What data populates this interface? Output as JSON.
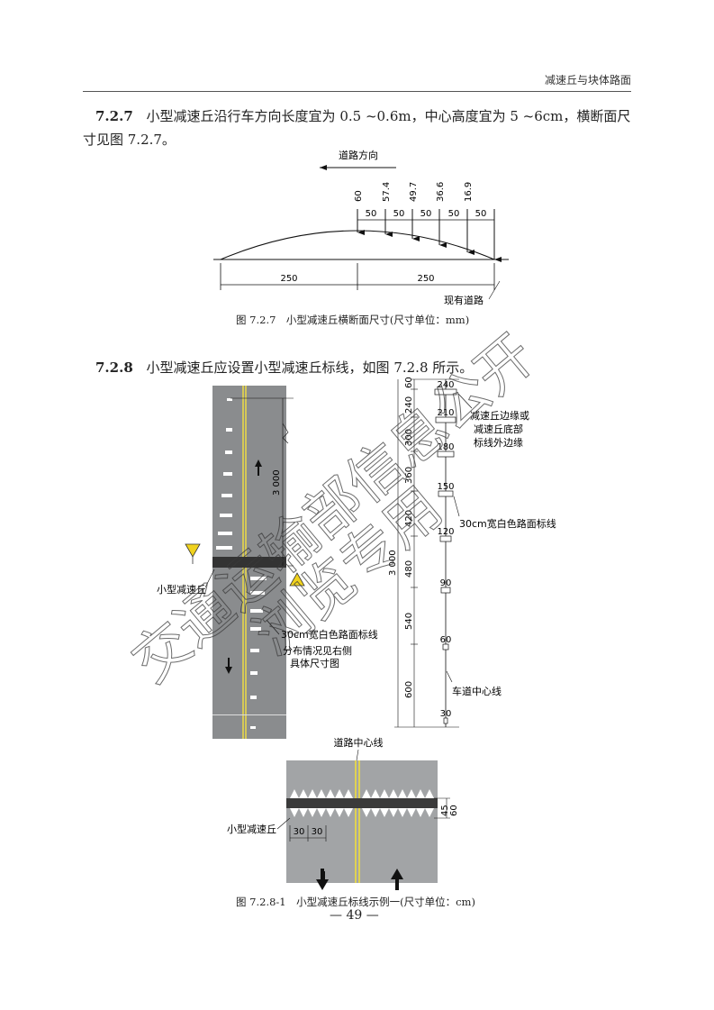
{
  "header": {
    "title": "减速丘与块体路面"
  },
  "clause_727": {
    "num": "7.2.7",
    "text": "小型减速丘沿行车方向长度宜为 0.5 ~0.6m，中心高度宜为 5 ~6cm，横断面尺寸见图 7.2.7。"
  },
  "fig_727": {
    "road_direction": "道路方向",
    "heights": [
      "60",
      "57.4",
      "49.7",
      "36.6",
      "16.9"
    ],
    "intervals": [
      "50",
      "50",
      "50",
      "50",
      "50"
    ],
    "halves": [
      "250",
      "250"
    ],
    "existing_road": "现有道路",
    "caption": "图 7.2.7　小型减速丘横断面尺寸(尺寸单位：mm)"
  },
  "clause_728": {
    "num": "7.2.8",
    "text": "小型减速丘应设置小型减速丘标线，如图 7.2.8 所示。"
  },
  "fig_728": {
    "road_dim": "3 000",
    "hump_label": "小型减速丘",
    "marking_label": "30cm宽白色路面标线",
    "distribution_label_1": "分布情况见右侧",
    "distribution_label_2": "具体尺寸图",
    "vertical_dims": [
      "60",
      "240",
      "300",
      "360",
      "420",
      "480",
      "540",
      "600"
    ],
    "total_dim": "3 000",
    "widths": [
      "240",
      "210",
      "180",
      "150",
      "120",
      "90",
      "60",
      "30"
    ],
    "edge_label_1": "减速丘边缘或",
    "edge_label_2": "减速丘底部",
    "edge_label_3": "标线外边缘",
    "marking_label_right": "30cm宽白色路面标线",
    "lane_center": "车道中心线",
    "road_center": "道路中心线",
    "hump_label_bottom": "小型减速丘",
    "tri_dims": [
      "30",
      "30"
    ],
    "height_dims": [
      "45",
      "60"
    ],
    "caption": "图 7.2.8-1　小型减速丘标线示例一(尺寸单位：cm)"
  },
  "page_number": "— 49 —",
  "watermark": {
    "line1": "交通运输部信息公开",
    "line2": "浏览专用"
  }
}
